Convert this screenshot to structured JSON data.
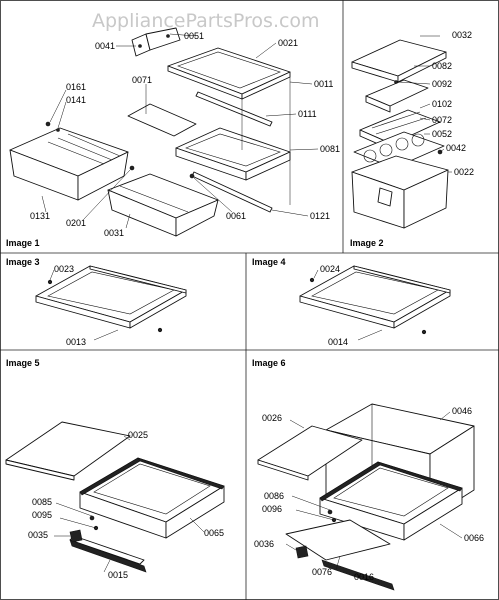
{
  "watermark": "AppliancePartsPros.com",
  "panels": {
    "p1": {
      "caption": "Image 1"
    },
    "p2": {
      "caption": "Image 2"
    },
    "p3": {
      "caption": "Image 3"
    },
    "p4": {
      "caption": "Image 4"
    },
    "p5": {
      "caption": "Image 5"
    },
    "p6": {
      "caption": "Image 6"
    }
  },
  "labels": {
    "l0041": "0041",
    "l0051": "0051",
    "l0021": "0021",
    "l0011": "0011",
    "l0071": "0071",
    "l0111": "0111",
    "l0161": "0161",
    "l0141": "0141",
    "l0081": "0081",
    "l0131": "0131",
    "l0201": "0201",
    "l0061": "0061",
    "l0121": "0121",
    "l0031": "0031",
    "l0032": "0032",
    "l0082": "0082",
    "l0092": "0092",
    "l0102": "0102",
    "l0072": "0072",
    "l0052": "0052",
    "l0042": "0042",
    "l0022": "0022",
    "l0023": "0023",
    "l0013": "0013",
    "l0024": "0024",
    "l0014": "0014",
    "l0025": "0025",
    "l0085": "0085",
    "l0095": "0095",
    "l0035": "0035",
    "l0065": "0065",
    "l0015": "0015",
    "l0026": "0026",
    "l0046": "0046",
    "l0086": "0086",
    "l0096": "0096",
    "l0036": "0036",
    "l0066": "0066",
    "l0076": "0076",
    "l0016": "0016"
  }
}
